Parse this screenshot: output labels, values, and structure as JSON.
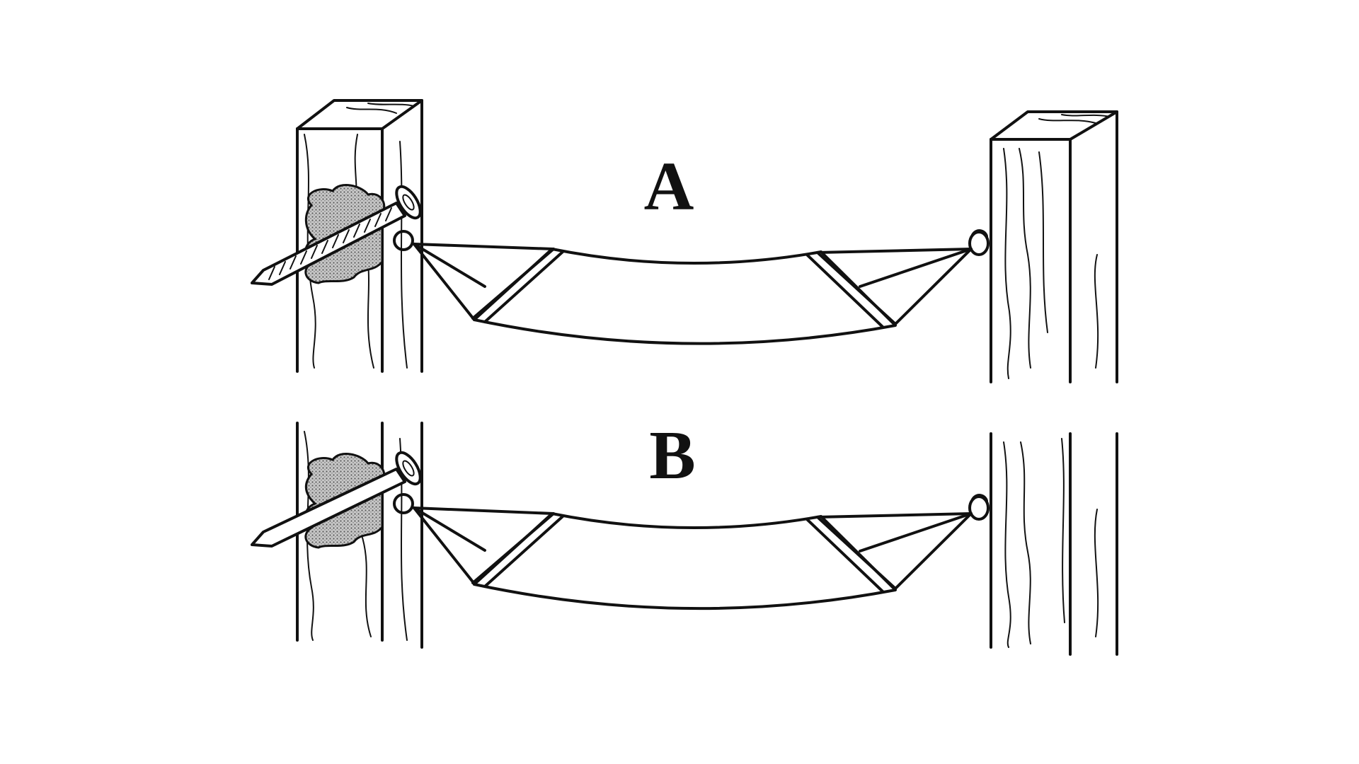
{
  "diagram": {
    "panels": [
      {
        "label": "A",
        "nail": "threaded-screw"
      },
      {
        "label": "B",
        "nail": "smooth-nail"
      }
    ]
  }
}
